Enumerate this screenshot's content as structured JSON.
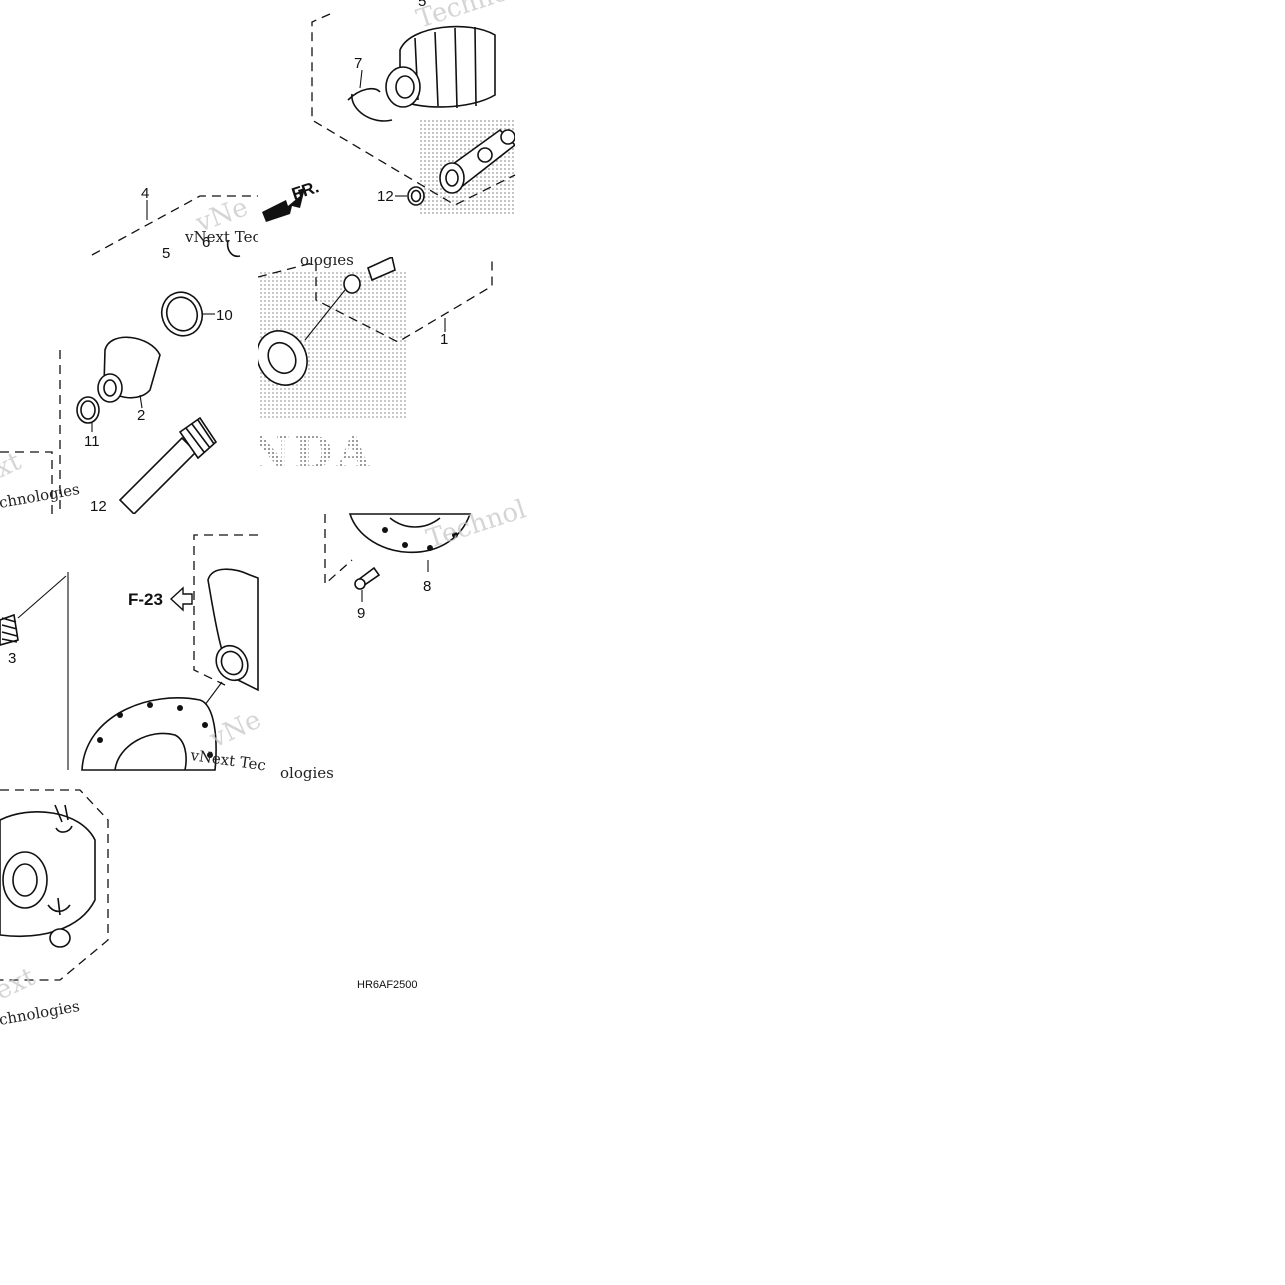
{
  "diagram": {
    "callouts": {
      "c1": "1",
      "c2": "2",
      "c3": "3",
      "c4": "4",
      "c5": "5",
      "c5top": "5",
      "c6": "6",
      "c7": "7",
      "c8": "8",
      "c9": "9",
      "c10": "10",
      "c11": "11",
      "c12a": "12",
      "c12b": "12"
    },
    "direction_arrow": "FR.",
    "cross_reference": "F-23",
    "diagram_code": "HR6AF2500",
    "brand_text": "NDA",
    "watermarks": {
      "w1": "Technol",
      "w2": "vNext Tec",
      "w3": "ologies",
      "w4": "xt",
      "w5": "chnologies",
      "w6": "Technol",
      "w7": "vNe",
      "w8": "vNext Tec",
      "w9": "ologies",
      "w10": "ext",
      "w11": "chnologies"
    },
    "colors": {
      "ink": "#111111",
      "watermark": "#c8c8c8",
      "stipple": "#555555"
    }
  }
}
